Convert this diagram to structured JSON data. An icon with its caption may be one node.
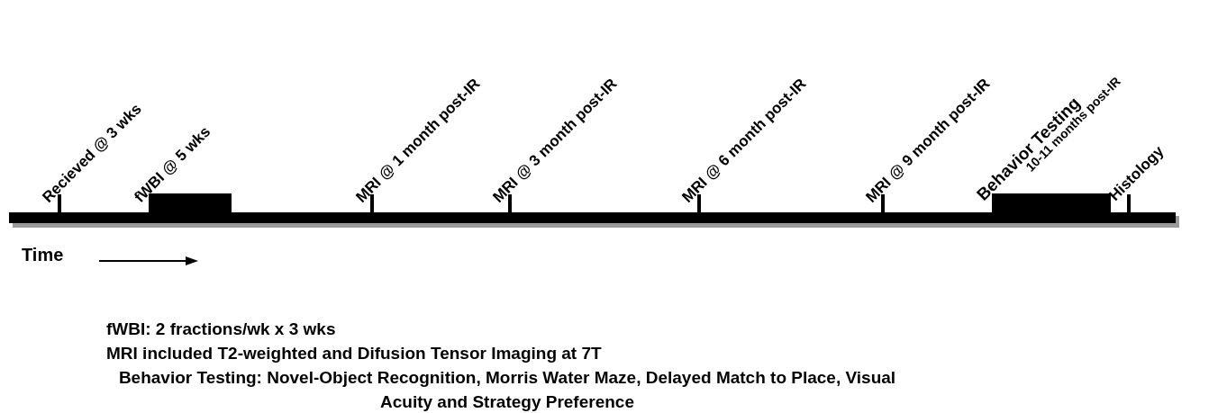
{
  "diagram": {
    "labels": [
      "Recieved @ 3 wks",
      "fWBI @ 5 wks",
      "MRI @ 1 month post-IR",
      "MRI @ 3 month post-IR",
      "MRI @ 6 month post-IR",
      "MRI @ 9 month post-IR",
      "Behavior Testing",
      "10-11 months post-IR",
      "Histology",
      "Time",
      "fWBI: 2 fractions/wk x 3 wks",
      "MRI included T2-weighted and Difusion Tensor Imaging at 7T",
      "Behavior Testing: Novel-Object Recognition, Morris Water Maze, Delayed Match to Place, Visual Acuity and Strategy Preference"
    ]
  }
}
